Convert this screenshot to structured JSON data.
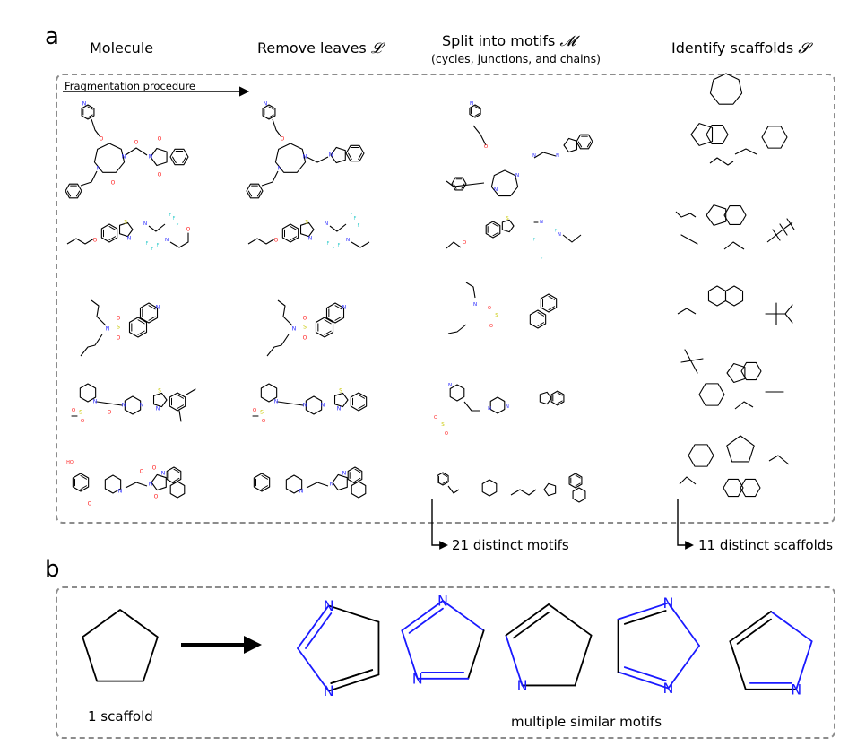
{
  "panel_a": {
    "label": "a",
    "columns": [
      {
        "title": "Molecule",
        "symbol": ""
      },
      {
        "title": "Remove leaves ",
        "symbol": "𝓛"
      },
      {
        "title": "Split into motifs ",
        "symbol": "𝓜"
      },
      {
        "title": "Identify scaffolds ",
        "symbol": "𝓢"
      }
    ],
    "motif_subtitle": "(cycles, junctions, and chains)",
    "procedure_label": "Fragmentation procedure",
    "motif_count": "21 distinct motifs",
    "scaffold_count": "11 distinct scaffolds",
    "atom_colors": {
      "N": "#1a1aff",
      "O": "#ff1a1a",
      "S": "#c8c800",
      "F": "#33cccc",
      "bond": "#000000"
    }
  },
  "panel_b": {
    "label": "b",
    "scaffold_label": "1 scaffold",
    "motifs_label": "multiple similar motifs",
    "atom_symbol": "N",
    "atom_color": "#1a1aff"
  }
}
